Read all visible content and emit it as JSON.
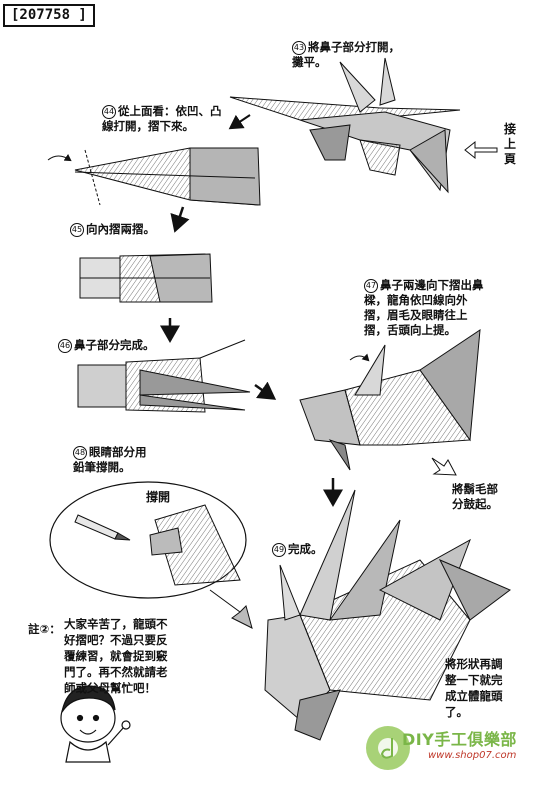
{
  "page_id": "[207758 ]",
  "steps": {
    "s43": {
      "num": "43",
      "text": "將鼻子部分打開，\n攤平。"
    },
    "s44": {
      "num": "44",
      "text": "從上面看：依凹、凸\n線打開，摺下來。"
    },
    "s45": {
      "num": "45",
      "text": "向內摺兩摺。"
    },
    "s46": {
      "num": "46",
      "text": "鼻子部分完成。"
    },
    "s47": {
      "num": "47",
      "text": "鼻子兩邊向下摺出鼻\n樑，龍角依凹線向外\n摺，眉毛及眼睛往上\n摺，舌頭向上提。"
    },
    "s48": {
      "num": "48",
      "text": "眼睛部分用\n鉛筆撐開。"
    },
    "s49": {
      "num": "49",
      "text": "完成。"
    }
  },
  "labels": {
    "continued": "接\n上\n頁",
    "spread": "撐開",
    "whiskers": "將鬍毛部\n分鼓起。",
    "adjust": "將形狀再調\n整一下就完\n成立體龍頭\n了。"
  },
  "note": {
    "label": "註②：",
    "text": "大家辛苦了，龍頭不\n好摺吧？不過只要反\n覆練習，就會捉到竅\n門了。再不然就請老\n師或父母幫忙吧！"
  },
  "watermark": {
    "brand": "DIY手工俱樂部",
    "url": "www.shop07.com"
  },
  "colors": {
    "ink": "#111111",
    "fold_fill": "#bdbdbd",
    "shade": "#8a8a8a",
    "watermark_green": "#7ab648",
    "watermark_red": "#c0392b"
  }
}
